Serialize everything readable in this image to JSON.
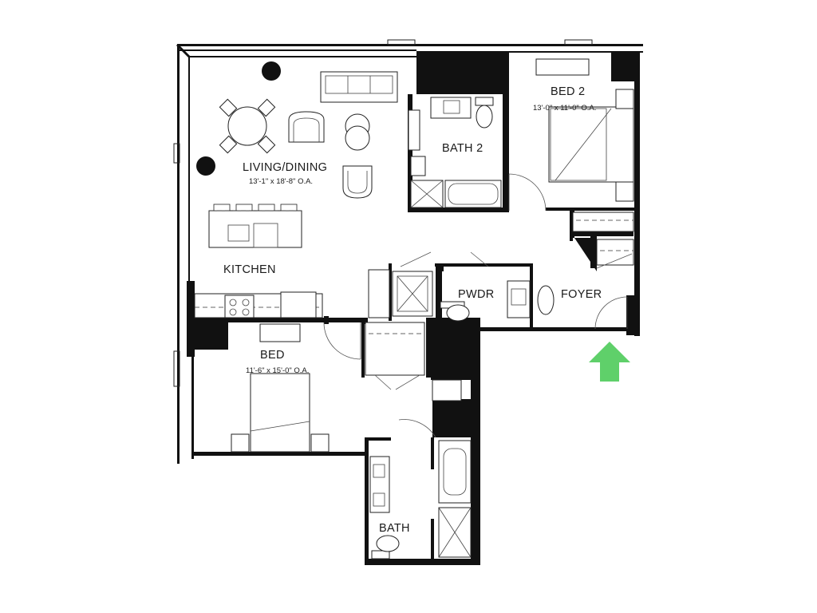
{
  "rooms": {
    "living_dining": {
      "label": "LIVING/DINING",
      "dimensions": "13'-1\" x 18'-8\" O.A."
    },
    "kitchen": {
      "label": "KITCHEN"
    },
    "bed_2": {
      "label": "BED 2",
      "dimensions": "13'-0\" x 11'-0\" O.A."
    },
    "bath_2": {
      "label": "BATH 2"
    },
    "pwdr": {
      "label": "PWDR"
    },
    "foyer": {
      "label": "FOYER"
    },
    "bed": {
      "label": "BED",
      "dimensions": "11'-6\" x 15'-0\" O.A."
    },
    "bath": {
      "label": "BATH"
    }
  },
  "entry_arrow": {
    "icon": "arrow-up-icon",
    "color": "#5fd06a"
  },
  "colors": {
    "wall": "#111111",
    "background": "#ffffff"
  }
}
